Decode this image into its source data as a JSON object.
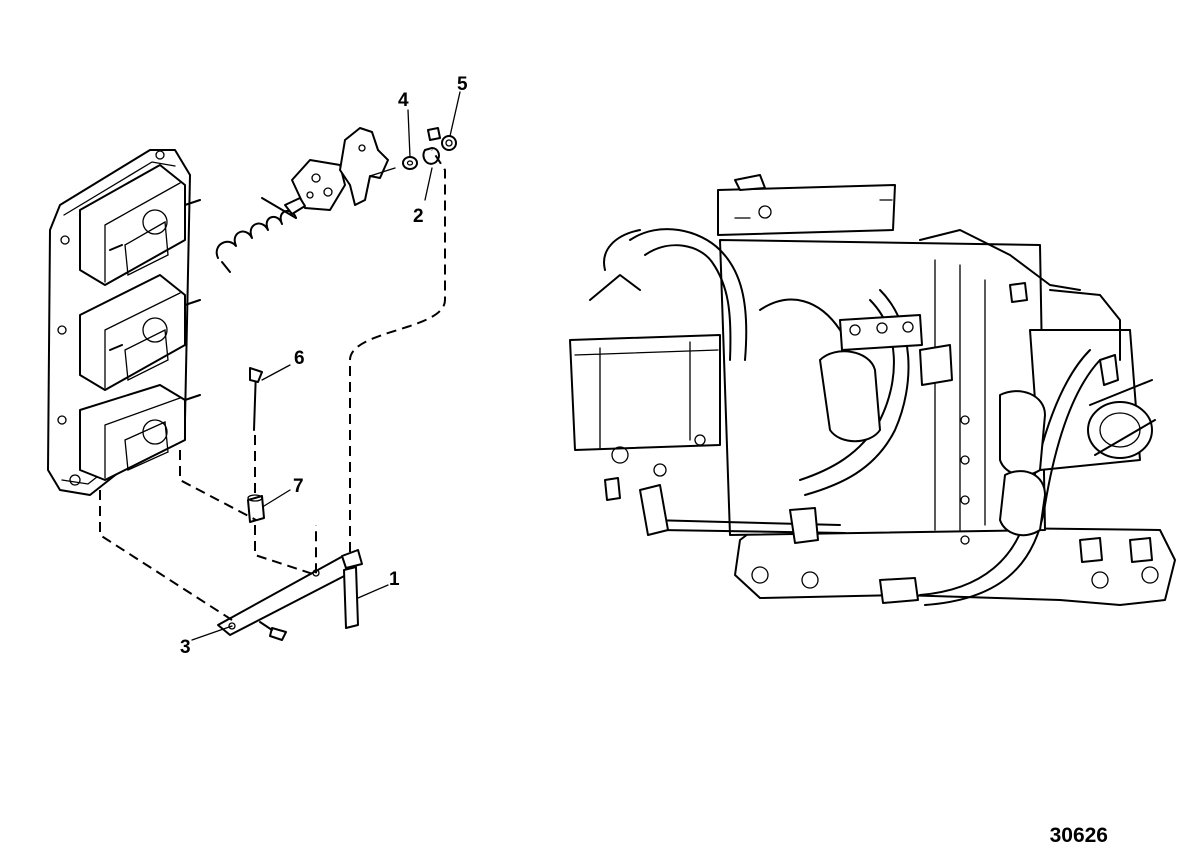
{
  "callouts": [
    {
      "id": "1",
      "label": "1"
    },
    {
      "id": "2",
      "label": "2"
    },
    {
      "id": "3",
      "label": "3"
    },
    {
      "id": "4",
      "label": "4"
    },
    {
      "id": "5",
      "label": "5"
    },
    {
      "id": "6",
      "label": "6"
    },
    {
      "id": "7",
      "label": "7"
    }
  ],
  "figure_number": "30626"
}
